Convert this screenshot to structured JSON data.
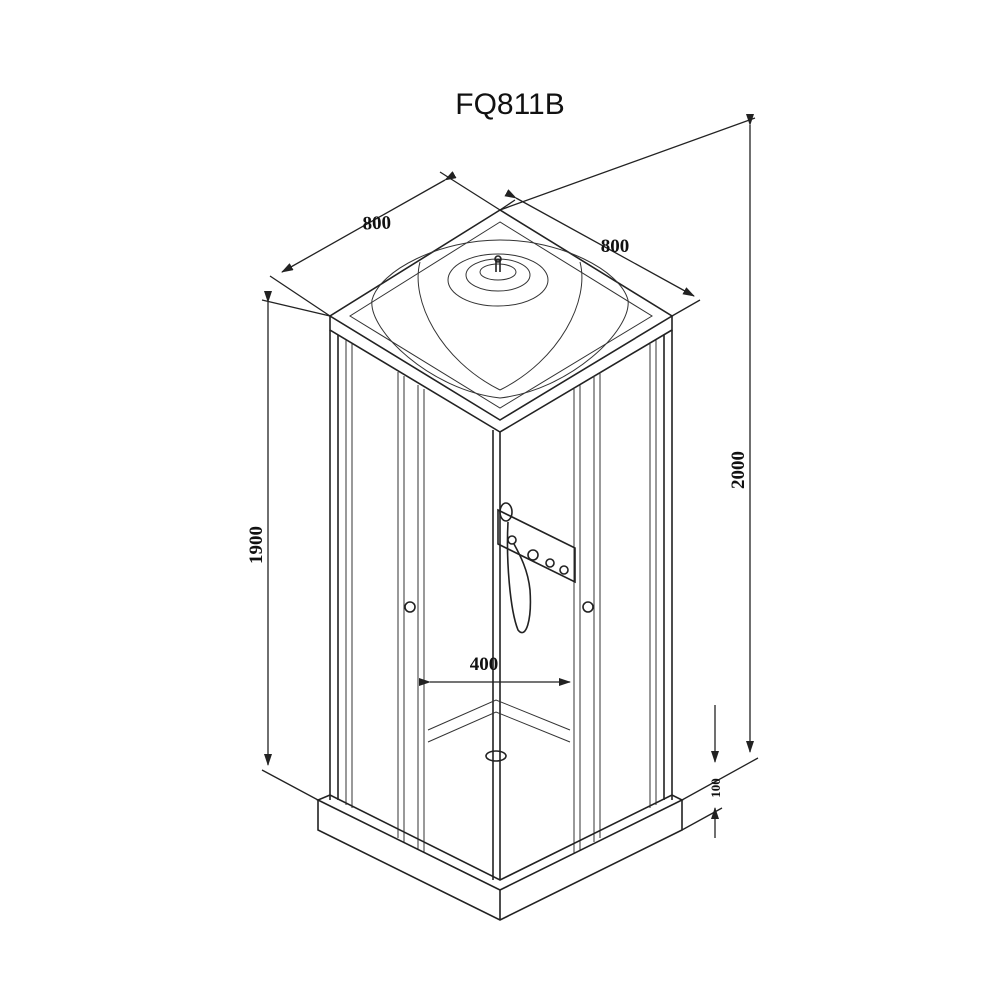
{
  "title": "FQ811B",
  "dimensions": {
    "width_left": "800",
    "width_right": "800",
    "height_cabin": "1900",
    "height_total": "2000",
    "door_opening": "400",
    "tray_height": "100"
  }
}
